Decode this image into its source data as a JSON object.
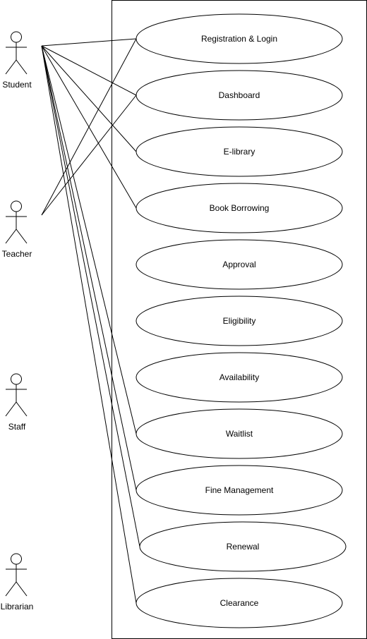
{
  "diagram": {
    "actors": [
      {
        "id": "student",
        "name": "Student"
      },
      {
        "id": "teacher",
        "name": "Teacher"
      },
      {
        "id": "staff",
        "name": "Staff"
      },
      {
        "id": "librarian",
        "name": "Librarian"
      }
    ],
    "use_cases": [
      {
        "id": "registration-login",
        "name": "Registration & Login"
      },
      {
        "id": "dashboard",
        "name": "Dashboard"
      },
      {
        "id": "e-library",
        "name": "E-library"
      },
      {
        "id": "book-borrowing",
        "name": "Book Borrowing"
      },
      {
        "id": "approval",
        "name": "Approval"
      },
      {
        "id": "eligibility",
        "name": "Eligibility"
      },
      {
        "id": "availability",
        "name": "Availability"
      },
      {
        "id": "waitlist",
        "name": "Waitlist"
      },
      {
        "id": "fine-management",
        "name": "Fine Management"
      },
      {
        "id": "renewal",
        "name": "Renewal"
      },
      {
        "id": "clearance",
        "name": "Clearance"
      }
    ],
    "associations": [
      {
        "actor": "student",
        "use_case": "registration-login"
      },
      {
        "actor": "student",
        "use_case": "dashboard"
      },
      {
        "actor": "student",
        "use_case": "e-library"
      },
      {
        "actor": "student",
        "use_case": "book-borrowing"
      },
      {
        "actor": "student",
        "use_case": "waitlist"
      },
      {
        "actor": "student",
        "use_case": "fine-management"
      },
      {
        "actor": "student",
        "use_case": "renewal"
      },
      {
        "actor": "student",
        "use_case": "clearance"
      },
      {
        "actor": "teacher",
        "use_case": "registration-login"
      },
      {
        "actor": "teacher",
        "use_case": "dashboard"
      }
    ]
  }
}
